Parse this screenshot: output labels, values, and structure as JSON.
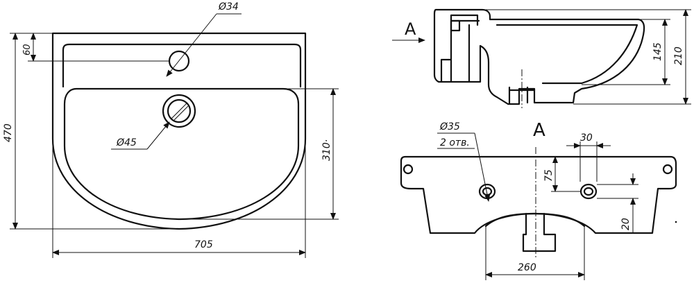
{
  "dimensions": {
    "top_hole_diameter": "Ø34",
    "top_ledge": "60",
    "overall_depth": "470",
    "drain_diameter": "Ø45",
    "bowl_depth": "310·",
    "overall_width": "705",
    "side_height_inner": "145",
    "side_height_total": "210",
    "mount_hole_diameter": "Ø35",
    "mount_hole_count": "2 отв.",
    "hole_spacing_x": "30",
    "hole_vertical": "75",
    "hole_offset": "20",
    "bottom_width": "260"
  },
  "labels": {
    "view_arrow": "A",
    "view_title": "A"
  }
}
